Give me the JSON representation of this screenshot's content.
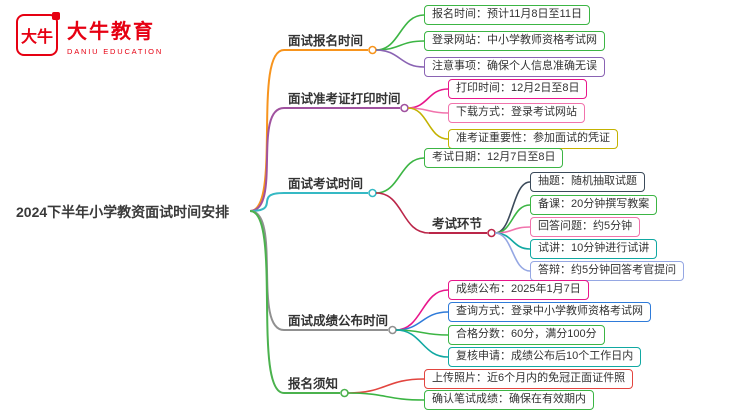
{
  "logo": {
    "seal_text": "大牛",
    "brand": "大牛教育",
    "brand_en": "DANIU EDUCATION",
    "brand_color": "#e60012"
  },
  "central": {
    "label": "2024下半年小学教资面试时间安排"
  },
  "branches": [
    {
      "label": "面试报名时间",
      "color": "#f7941d",
      "children": [
        {
          "label": "报名时间：预计11月8日至11日",
          "color": "#3cb544"
        },
        {
          "label": "登录网站：中小学教师资格考试网",
          "color": "#3cb544"
        },
        {
          "label": "注意事项：确保个人信息准确无误",
          "color": "#8a63b3"
        }
      ]
    },
    {
      "label": "面试准考证打印时间",
      "color": "#a0529f",
      "children": [
        {
          "label": "打印时间：12月2日至8日",
          "color": "#e8168b"
        },
        {
          "label": "下载方式：登录考试网站",
          "color": "#f173ac"
        },
        {
          "label": "准考证重要性：参加面试的凭证",
          "color": "#c3b200"
        }
      ]
    },
    {
      "label": "面试考试时间",
      "color": "#35b9c4",
      "children": [
        {
          "label": "考试日期：12月7日至8日",
          "color": "#3cb544"
        },
        {
          "label": "考试环节",
          "color": "#bb2649",
          "children": [
            {
              "label": "抽题：随机抽取试题",
              "color": "#3b4a5a"
            },
            {
              "label": "备课：20分钟撰写教案",
              "color": "#3cb544"
            },
            {
              "label": "回答问题：约5分钟",
              "color": "#f173ac"
            },
            {
              "label": "试讲：10分钟进行试讲",
              "color": "#11a8a2"
            },
            {
              "label": "答辩：约5分钟回答考官提问",
              "color": "#95a7e3"
            }
          ]
        }
      ]
    },
    {
      "label": "面试成绩公布时间",
      "color": "#909090",
      "children": [
        {
          "label": "成绩公布：2025年1月7日",
          "color": "#e8168b"
        },
        {
          "label": "查询方式：登录中小学教师资格考试网",
          "color": "#2f7bd9"
        },
        {
          "label": "合格分数：60分，满分100分",
          "color": "#3cb544"
        },
        {
          "label": "复核申请：成绩公布后10个工作日内",
          "color": "#11a8a2"
        }
      ]
    },
    {
      "label": "报名须知",
      "color": "#4bb24e",
      "children": [
        {
          "label": "上传照片：近6个月内的免冠正面证件照",
          "color": "#e2453f"
        },
        {
          "label": "确认笔试成绩：确保在有效期内",
          "color": "#3cb544"
        }
      ]
    }
  ]
}
